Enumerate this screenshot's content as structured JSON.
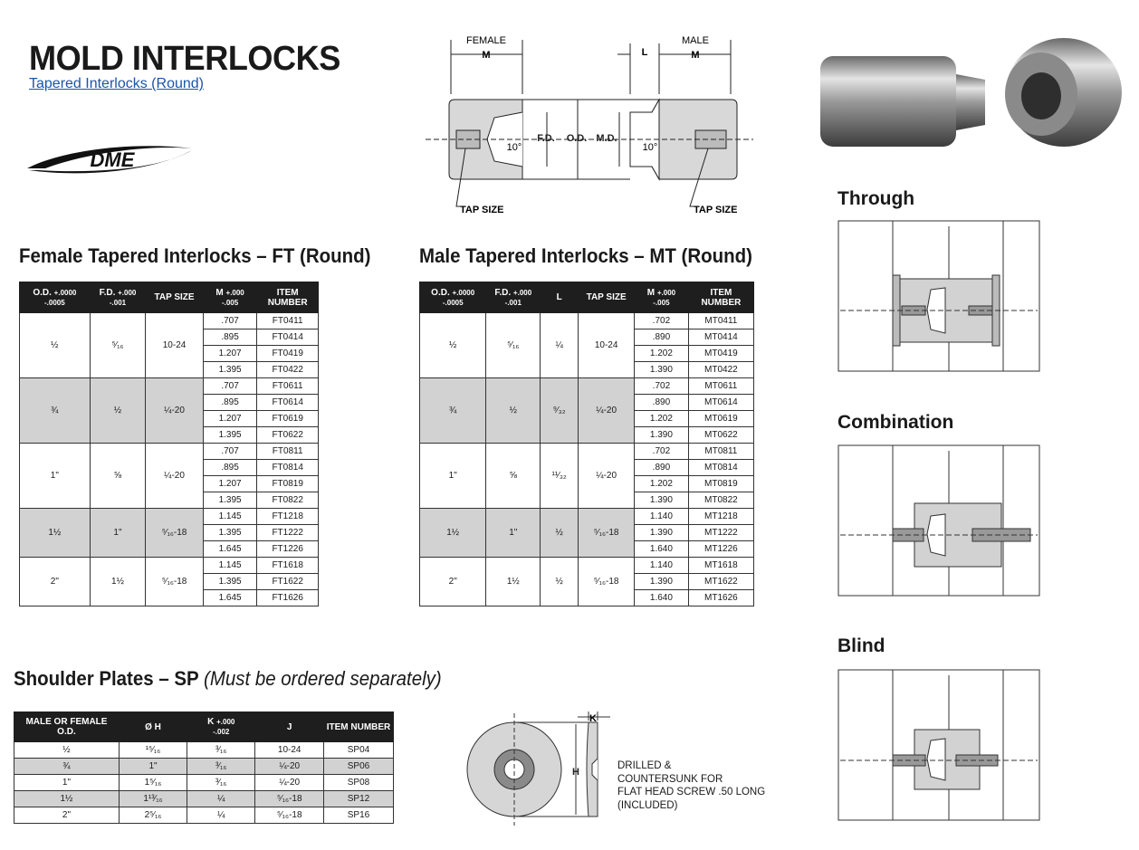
{
  "header": {
    "title": "MOLD INTERLOCKS",
    "subtitle_link": "Tapered Interlocks (Round)",
    "brand": "DME"
  },
  "diagram": {
    "female": "FEMALE",
    "male": "MALE",
    "m": "M",
    "l": "L",
    "fd": "F.D.",
    "od": "O.D.",
    "md": "M.D.",
    "angle": "10°",
    "tap_size": "TAP SIZE"
  },
  "female_table": {
    "heading": "Female Tapered Interlocks – FT (Round)",
    "headers": {
      "od": "O.D.",
      "od_tol_plus": "+.0000",
      "od_tol_minus": "-.0005",
      "fd": "F.D.",
      "fd_tol_plus": "+.000",
      "fd_tol_minus": "-.001",
      "tap": "TAP SIZE",
      "m": "M",
      "m_tol_plus": "+.000",
      "m_tol_minus": "-.005",
      "item": "ITEM NUMBER"
    },
    "groups": [
      {
        "od": "½",
        "fd": "⁵⁄₁₆",
        "tap": "10-24",
        "rows": [
          [
            ".707",
            "FT0411"
          ],
          [
            ".895",
            "FT0414"
          ],
          [
            "1.207",
            "FT0419"
          ],
          [
            "1.395",
            "FT0422"
          ]
        ]
      },
      {
        "od": "¾",
        "fd": "½",
        "tap": "¼-20",
        "rows": [
          [
            ".707",
            "FT0611"
          ],
          [
            ".895",
            "FT0614"
          ],
          [
            "1.207",
            "FT0619"
          ],
          [
            "1.395",
            "FT0622"
          ]
        ]
      },
      {
        "od": "1\"",
        "fd": "⅝",
        "tap": "¼-20",
        "rows": [
          [
            ".707",
            "FT0811"
          ],
          [
            ".895",
            "FT0814"
          ],
          [
            "1.207",
            "FT0819"
          ],
          [
            "1.395",
            "FT0822"
          ]
        ]
      },
      {
        "od": "1½",
        "fd": "1\"",
        "tap": "⁵⁄₁₆-18",
        "rows": [
          [
            "1.145",
            "FT1218"
          ],
          [
            "1.395",
            "FT1222"
          ],
          [
            "1.645",
            "FT1226"
          ]
        ]
      },
      {
        "od": "2\"",
        "fd": "1½",
        "tap": "⁵⁄₁₆-18",
        "rows": [
          [
            "1.145",
            "FT1618"
          ],
          [
            "1.395",
            "FT1622"
          ],
          [
            "1.645",
            "FT1626"
          ]
        ]
      }
    ]
  },
  "male_table": {
    "heading": "Male Tapered Interlocks – MT (Round)",
    "headers": {
      "od": "O.D.",
      "od_tol_plus": "+.0000",
      "od_tol_minus": "-.0005",
      "fd": "F.D.",
      "fd_tol_plus": "+.000",
      "fd_tol_minus": "-.001",
      "l": "L",
      "tap": "TAP SIZE",
      "m": "M",
      "m_tol_plus": "+.000",
      "m_tol_minus": "-.005",
      "item": "ITEM NUMBER"
    },
    "groups": [
      {
        "od": "½",
        "fd": "⁵⁄₁₆",
        "l": "¼",
        "tap": "10-24",
        "rows": [
          [
            ".702",
            "MT0411"
          ],
          [
            ".890",
            "MT0414"
          ],
          [
            "1.202",
            "MT0419"
          ],
          [
            "1.390",
            "MT0422"
          ]
        ]
      },
      {
        "od": "¾",
        "fd": "½",
        "l": "⁹⁄₃₂",
        "tap": "¼-20",
        "rows": [
          [
            ".702",
            "MT0611"
          ],
          [
            ".890",
            "MT0614"
          ],
          [
            "1.202",
            "MT0619"
          ],
          [
            "1.390",
            "MT0622"
          ]
        ]
      },
      {
        "od": "1\"",
        "fd": "⅝",
        "l": "¹¹⁄₃₂",
        "tap": "¼-20",
        "rows": [
          [
            ".702",
            "MT0811"
          ],
          [
            ".890",
            "MT0814"
          ],
          [
            "1.202",
            "MT0819"
          ],
          [
            "1.390",
            "MT0822"
          ]
        ]
      },
      {
        "od": "1½",
        "fd": "1\"",
        "l": "½",
        "tap": "⁵⁄₁₆-18",
        "rows": [
          [
            "1.140",
            "MT1218"
          ],
          [
            "1.390",
            "MT1222"
          ],
          [
            "1.640",
            "MT1226"
          ]
        ]
      },
      {
        "od": "2\"",
        "fd": "1½",
        "l": "½",
        "tap": "⁵⁄₁₆-18",
        "rows": [
          [
            "1.140",
            "MT1618"
          ],
          [
            "1.390",
            "MT1622"
          ],
          [
            "1.640",
            "MT1626"
          ]
        ]
      }
    ]
  },
  "shoulder": {
    "heading": "Shoulder Plates – SP",
    "heading_note": "(Must be ordered separately)",
    "headers": {
      "od_line1": "MALE OR FEMALE",
      "od_line2": "O.D.",
      "h": "Ø H",
      "k": "K",
      "k_tol_plus": "+.000",
      "k_tol_minus": "-.002",
      "j": "J",
      "item": "ITEM NUMBER"
    },
    "rows": [
      [
        "½",
        "¹⁵⁄₁₆",
        "³⁄₁₆",
        "10-24",
        "SP04"
      ],
      [
        "¾",
        "1\"",
        "³⁄₁₆",
        "¼-20",
        "SP06"
      ],
      [
        "1\"",
        "1⁵⁄₁₆",
        "³⁄₁₆",
        "¼-20",
        "SP08"
      ],
      [
        "1½",
        "1¹³⁄₁₆",
        "¼",
        "⁵⁄₁₆-18",
        "SP12"
      ],
      [
        "2\"",
        "2⁵⁄₁₆",
        "¼",
        "⁵⁄₁₆-18",
        "SP16"
      ]
    ],
    "plate_k": "K",
    "plate_h": "H",
    "note_lines": [
      "DRILLED &",
      "COUNTERSUNK FOR",
      "FLAT HEAD SCREW .50 LONG",
      "(INCLUDED)"
    ]
  },
  "views": {
    "through": "Through",
    "combination": "Combination",
    "blind": "Blind"
  },
  "colors": {
    "header_bg": "#1e1e1e",
    "group_shade": "#d2d2d2",
    "link": "#1a55a8"
  }
}
